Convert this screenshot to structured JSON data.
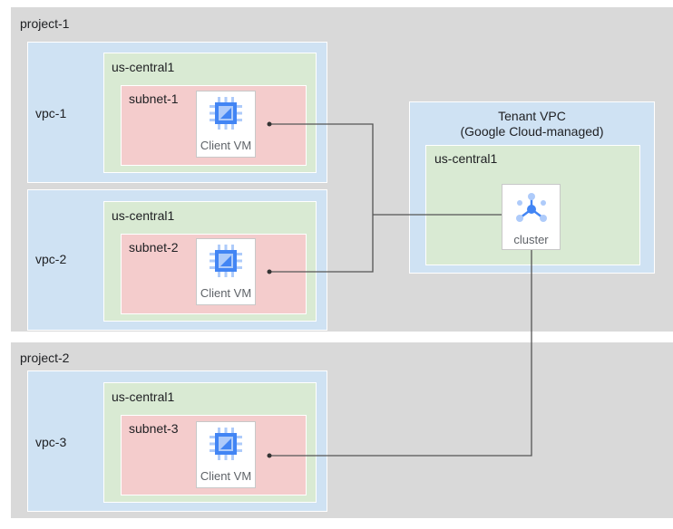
{
  "projects": [
    {
      "label": "project-1"
    },
    {
      "label": "project-2"
    }
  ],
  "vpcs": [
    {
      "label": "vpc-1",
      "region": "us-central1",
      "subnet": "subnet-1",
      "vm": "Client VM"
    },
    {
      "label": "vpc-2",
      "region": "us-central1",
      "subnet": "subnet-2",
      "vm": "Client VM"
    },
    {
      "label": "vpc-3",
      "region": "us-central1",
      "subnet": "subnet-3",
      "vm": "Client VM"
    }
  ],
  "tenant": {
    "title_line1": "Tenant VPC",
    "title_line2": "(Google Cloud-managed)",
    "region": "us-central1",
    "cluster_label": "cluster"
  },
  "colors": {
    "project": "#d9d9d9",
    "vpc": "#cfe2f3",
    "region": "#d9ead3",
    "subnet": "#f4cccc",
    "icon_blue": "#4285f4",
    "icon_light": "#aecbfa",
    "line": "#555555"
  },
  "icons": {
    "vm": "compute-chip-icon",
    "cluster": "cluster-hub-icon"
  }
}
